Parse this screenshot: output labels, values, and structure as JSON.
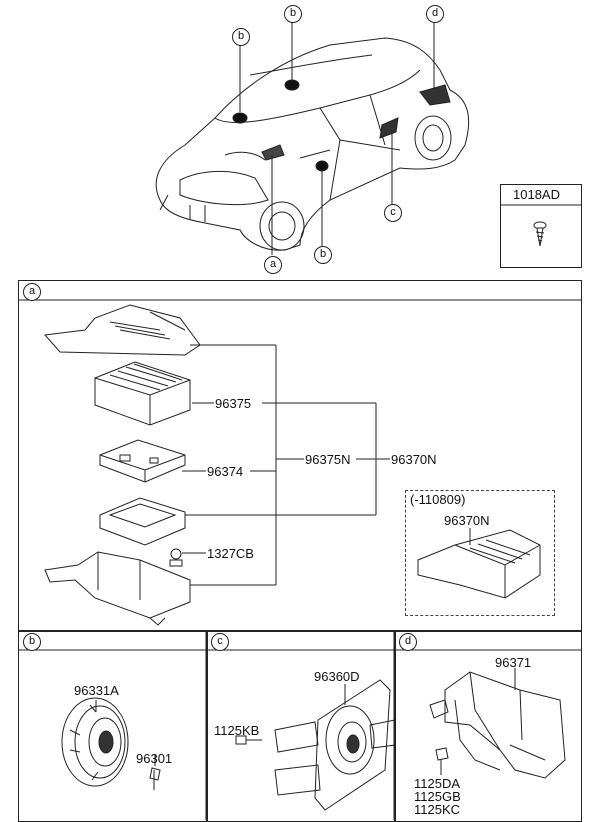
{
  "callouts": {
    "a": "a",
    "b": "b",
    "c": "c",
    "d": "d"
  },
  "screw_box": {
    "part": "1018AD"
  },
  "section_a": {
    "label": "a",
    "parts": {
      "amp": "96375",
      "board": "96374",
      "group_n": "96375N",
      "main_n": "96370N",
      "nut": "1327CB"
    },
    "inset": {
      "range": "(-110809)",
      "part": "96370N"
    }
  },
  "section_b": {
    "label": "b",
    "speaker": "96331A",
    "screw": "96301"
  },
  "section_c": {
    "label": "c",
    "speaker": "96360D",
    "bolt": "1125KB"
  },
  "section_d": {
    "label": "d",
    "assembly": "96371",
    "bolts": [
      "1125DA",
      "1125GB",
      "1125KC"
    ]
  }
}
